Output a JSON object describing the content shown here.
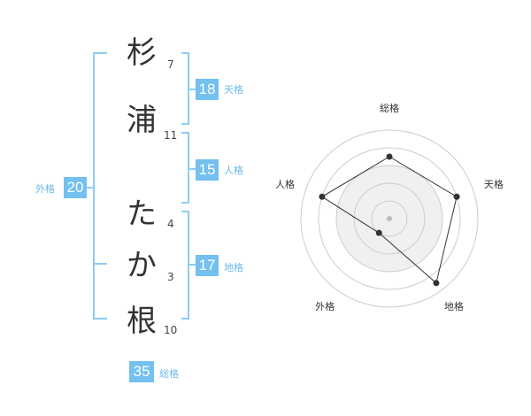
{
  "name": {
    "chars": [
      {
        "char": "杉",
        "strokes": "7"
      },
      {
        "char": "浦",
        "strokes": "11"
      },
      {
        "char": "た",
        "strokes": "4"
      },
      {
        "char": "か",
        "strokes": "3"
      },
      {
        "char": "根",
        "strokes": "10"
      }
    ]
  },
  "kakusu": {
    "tenkaku": {
      "value": "18",
      "label": "天格"
    },
    "jinkaku": {
      "value": "15",
      "label": "人格"
    },
    "chikaku": {
      "value": "17",
      "label": "地格"
    },
    "gaikaku": {
      "value": "20",
      "label": "外格"
    },
    "soukaku": {
      "value": "35",
      "label": "総格"
    }
  },
  "colors": {
    "accent": "#74c0ef",
    "bracket": "#8ccdf2",
    "radar_fill": "#f0f0f0",
    "radar_line": "#333333"
  },
  "chart_data": {
    "type": "radar",
    "axes": [
      "総格",
      "天格",
      "地格",
      "外格",
      "人格"
    ],
    "rings": 5,
    "max": 5,
    "values": [
      3.5,
      4.0,
      4.5,
      1.0,
      4.0
    ]
  }
}
